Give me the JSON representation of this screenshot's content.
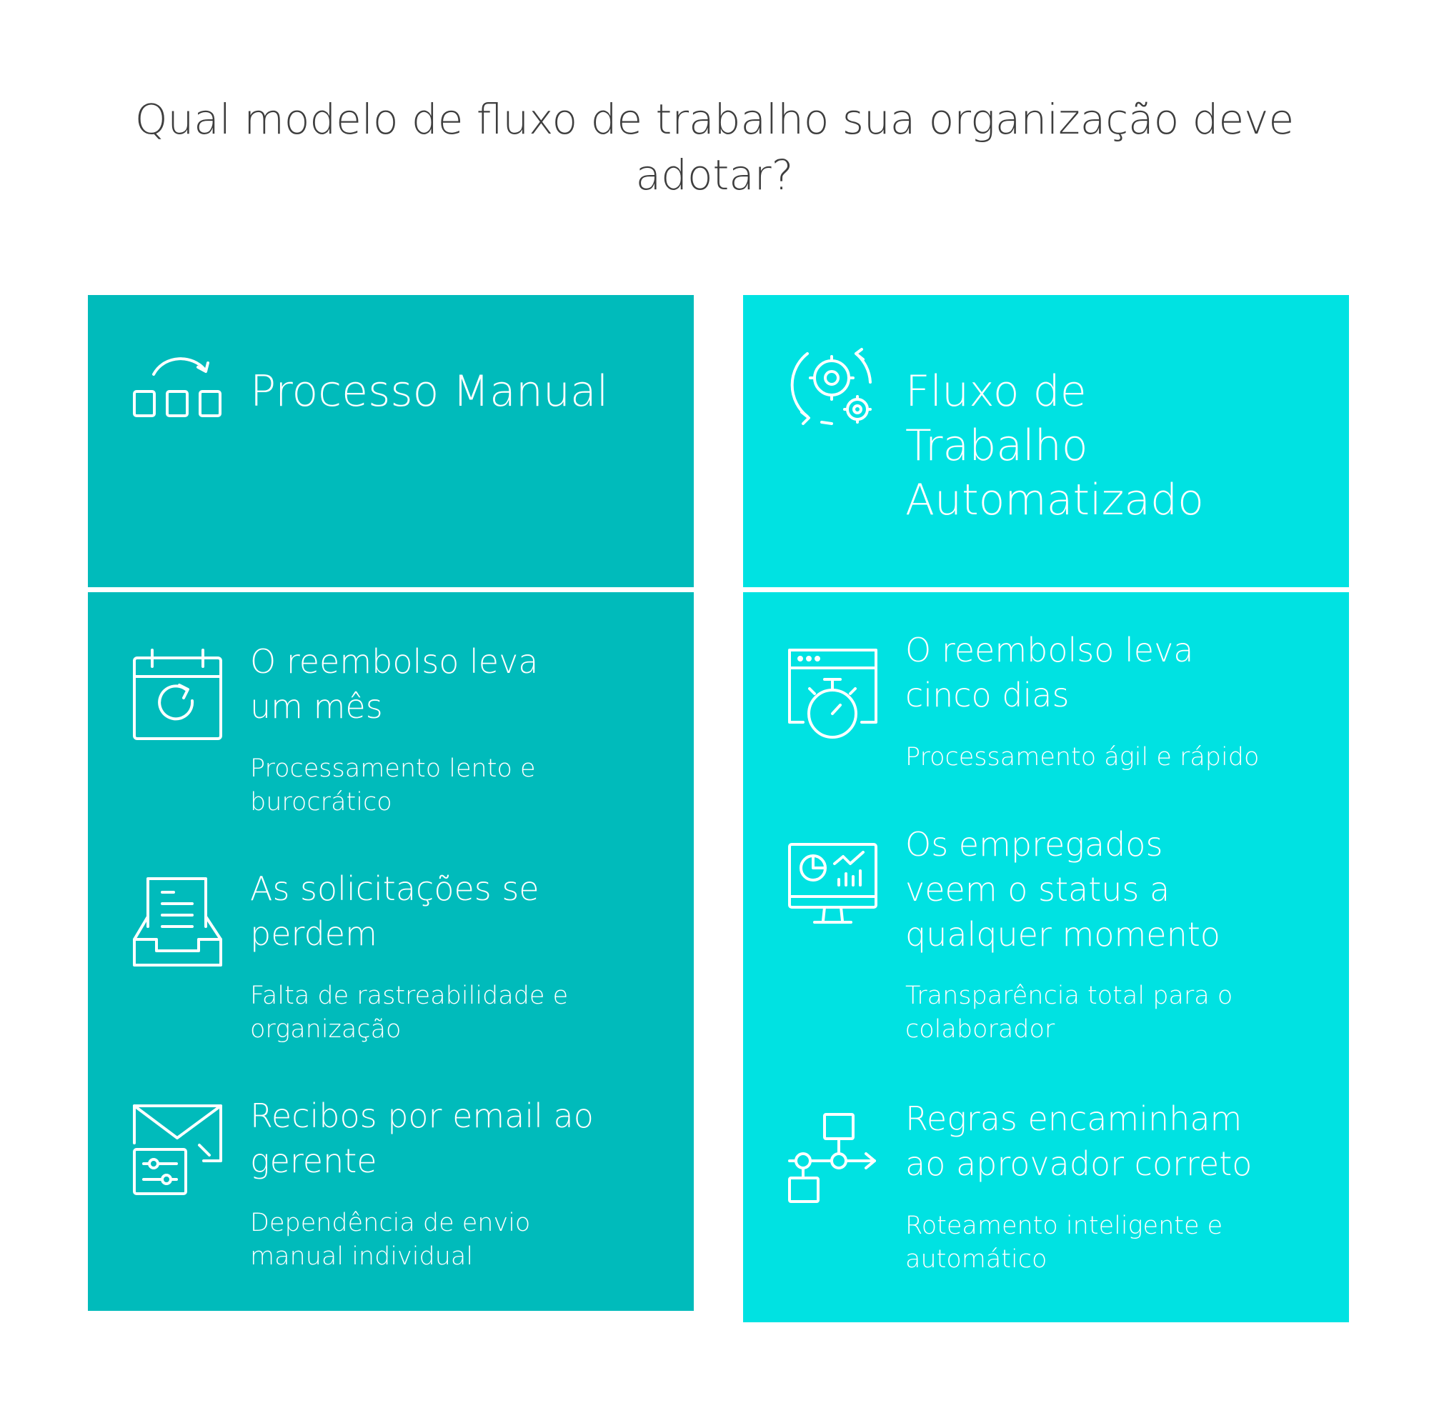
{
  "title": {
    "line1": "Qual modelo de fluxo de trabalho sua organização deve",
    "line2": "adotar?"
  },
  "colors": {
    "manual_card": "#00bbbb",
    "automated_card": "#00e2e2",
    "title_text": "#3e3e3e",
    "card_text": "#ffffff"
  },
  "manual": {
    "header": "Processo Manual",
    "header_icon": "process-blocks-icon",
    "items": [
      {
        "icon": "calendar-refresh-icon",
        "title_l1": "O reembolso leva",
        "title_l2": "um mês",
        "desc_l1": "Processamento lento e",
        "desc_l2": "burocrático"
      },
      {
        "icon": "document-tray-icon",
        "title_l1": "As solicitações se",
        "title_l2": "perdem",
        "desc_l1": "Falta de rastreabilidade e",
        "desc_l2": "organização"
      },
      {
        "icon": "email-settings-icon",
        "title_l1": "Recibos por email ao",
        "title_l2": "gerente",
        "desc_l1": "Dependência de envio",
        "desc_l2": "manual individual"
      }
    ]
  },
  "automated": {
    "header_l1": "Fluxo de",
    "header_l2": "Trabalho",
    "header_l3": "Automatizado",
    "header_icon": "gears-cycle-icon",
    "items": [
      {
        "icon": "browser-stopwatch-icon",
        "title_l1": "O reembolso leva",
        "title_l2": "cinco dias",
        "desc_l1": "Processamento ágil e rápido"
      },
      {
        "icon": "monitor-dashboard-icon",
        "title_l1": "Os empregados",
        "title_l2": "veem o status a",
        "title_l3": "qualquer momento",
        "desc_l1": "Transparência total para o",
        "desc_l2": "colaborador"
      },
      {
        "icon": "routing-flow-icon",
        "title_l1": "Regras encaminham",
        "title_l2": "ao aprovador correto",
        "desc_l1": "Roteamento inteligente e",
        "desc_l2": "automático"
      }
    ]
  }
}
